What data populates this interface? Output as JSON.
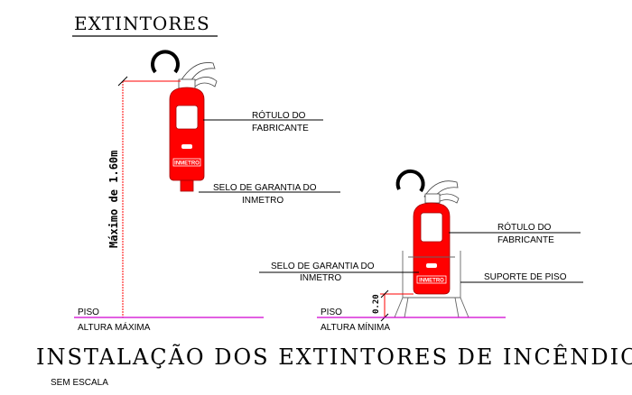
{
  "heading": "EXTINTORES",
  "labels": {
    "rotulo_left": [
      "RÓTULO DO",
      "FABRICANTE"
    ],
    "selo_left": [
      "SELO DE GARANTIA DO",
      "INMETRO"
    ],
    "rotulo_right": [
      "RÓTULO DO",
      "FABRICANTE"
    ],
    "selo_right": [
      "SELO DE GARANTIA DO",
      "INMETRO"
    ],
    "suporte": "SUPORTE DE PISO",
    "inmetro_tag": "INMETRO",
    "maximo": "Máximo de 1.60m",
    "dim_020": "0.20",
    "piso_left": "PISO",
    "altura_maxima": "ALTURA MÁXIMA",
    "piso_right": "PISO",
    "altura_minima": "ALTURA MÍNIMA"
  },
  "title": "INSTALAÇÃO DOS EXTINTORES DE INCÊNDIO",
  "subtitle": "SEM ESCALA",
  "colors": {
    "extinguisher": "#ff0000",
    "floor_line": "#d000d0",
    "dim_line": "#ff0000"
  }
}
